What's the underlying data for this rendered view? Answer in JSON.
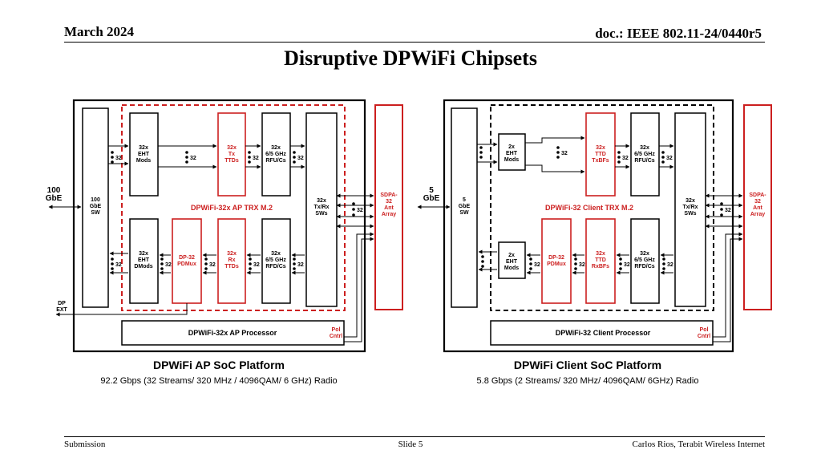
{
  "header": {
    "date": "March 2024",
    "doc": "doc.: IEEE 802.11-24/0440r5"
  },
  "title": "Disruptive DPWiFi Chipsets",
  "footer": {
    "left": "Submission",
    "center": "Slide 5",
    "right": "Carlos Rios, Terabit Wireless Internet"
  },
  "ap": {
    "ext_io": [
      "100",
      "GbE"
    ],
    "dp_ext": [
      "DP",
      "EXT"
    ],
    "switch": [
      "100",
      "GbE",
      "SW"
    ],
    "tx_mods": [
      "32x",
      "EHT",
      "Mods"
    ],
    "tx_ttds": [
      "32x",
      "Tx",
      "TTDs"
    ],
    "rfu": [
      "32x",
      "6/5 GHz",
      "RFU/Cs"
    ],
    "rx_dmods": [
      "32x",
      "EHT",
      "DMods"
    ],
    "pdmux": [
      "DP-32",
      "PDMux"
    ],
    "rx_ttds": [
      "32x",
      "Rx",
      "TTDs"
    ],
    "rfd": [
      "32x",
      "6/5 GHz",
      "RFD/Cs"
    ],
    "txrx_sw": [
      "32x",
      "Tx/Rx",
      "SWs"
    ],
    "ant": [
      "SDPA-",
      "32",
      "Ant",
      "Array"
    ],
    "trx_label": "DPWiFi-32x AP TRX M.2",
    "processor": "DPWiFi-32x AP Processor",
    "pol": [
      "Pol",
      "Cntrl"
    ],
    "bus": "32",
    "platform": "DPWiFi AP SoC Platform",
    "spec": "92.2 Gbps (32 Streams/ 320 MHz / 4096QAM/ 6 GHz) Radio"
  },
  "client": {
    "ext_io": [
      "5",
      "GbE"
    ],
    "switch": [
      "5",
      "GbE",
      "SW"
    ],
    "tx_mods": [
      "2x",
      "EHT",
      "Mods"
    ],
    "tx_ttds": [
      "32x",
      "TTD",
      "TxBFs"
    ],
    "rfu": [
      "32x",
      "6/5 GHz",
      "RFU/Cs"
    ],
    "rx_mods": [
      "2x",
      "EHT",
      "Mods"
    ],
    "pdmux": [
      "DP-32",
      "PDMux"
    ],
    "rx_ttds": [
      "32x",
      "TTD",
      "RxBFs"
    ],
    "rfd": [
      "32x",
      "6/5 GHz",
      "RFD/Cs"
    ],
    "txrx_sw": [
      "32x",
      "Tx/Rx",
      "SWs"
    ],
    "ant": [
      "SDPA-",
      "32",
      "Ant",
      "Array"
    ],
    "trx_label": "DPWiFi-32 Client TRX M.2",
    "processor": "DPWiFi-32 Client Processor",
    "pol": [
      "Pol",
      "Cntrl"
    ],
    "bus": "32",
    "platform": "DPWiFi Client SoC Platform",
    "spec": "5.8 Gbps (2 Streams/ 320 MHz/ 4096QAM/ 6GHz) Radio"
  },
  "colors": {
    "accent": "#cc1f1f",
    "line": "#000000"
  }
}
